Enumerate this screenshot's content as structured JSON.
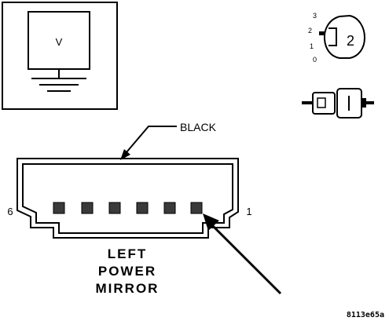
{
  "voltmeter": {
    "symbol": "V"
  },
  "connector": {
    "color_label": "BLACK",
    "pin_left": "6",
    "pin_right": "1",
    "name_lines": [
      "LEFT",
      "POWER",
      "MIRROR"
    ]
  },
  "key_dial": {
    "positions": [
      "3",
      "2",
      "1",
      "0"
    ],
    "selected": "2"
  },
  "figure_id": "8113e65a"
}
